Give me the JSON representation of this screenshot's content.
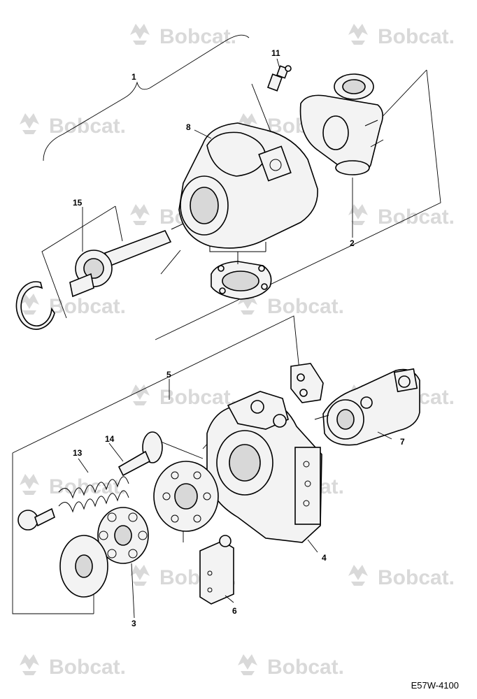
{
  "watermark": {
    "text": "Bobcat.",
    "icon": "bobcat-logo-icon"
  },
  "reference_code": "E57W-4100",
  "callouts": [
    "1",
    "2",
    "3",
    "4",
    "5",
    "6",
    "7",
    "8",
    "11",
    "13",
    "14",
    "15"
  ],
  "colors": {
    "line": "#000000",
    "watermark": "#d9d9d9",
    "part_fill": "#f3f3f3"
  }
}
